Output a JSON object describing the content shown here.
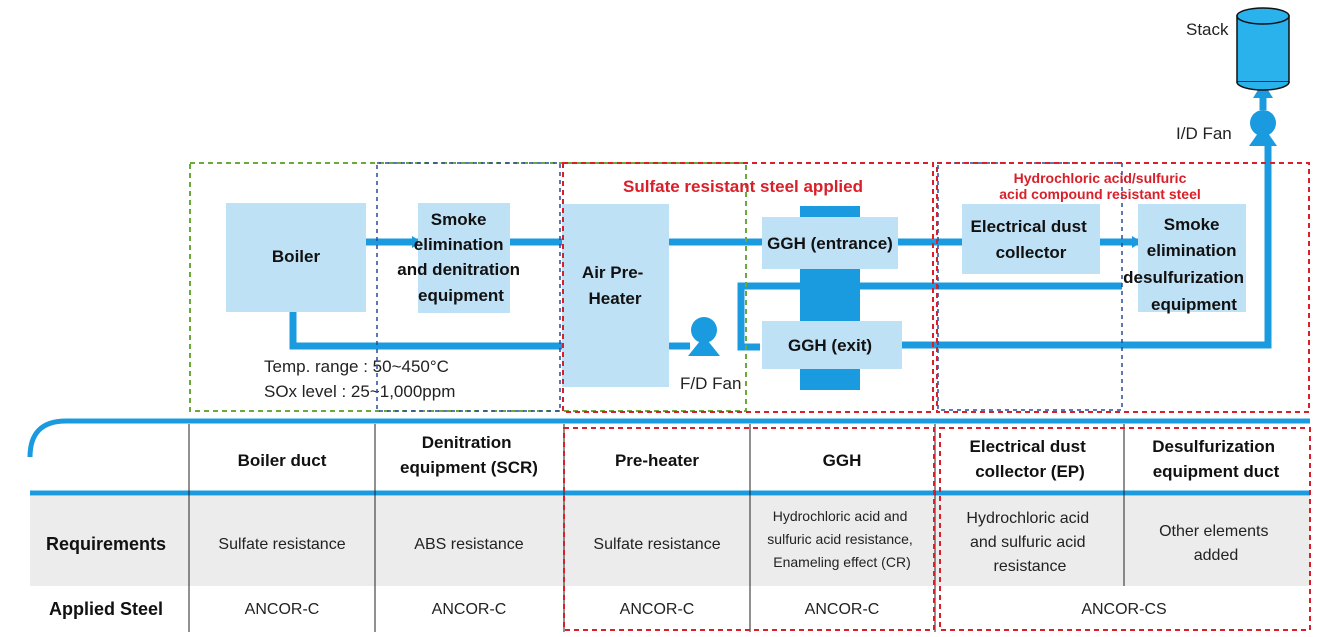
{
  "diagram": {
    "stack_label": "Stack",
    "idfan_label": "I/D Fan",
    "fdfan_label": "F/D Fan",
    "sulfate_title": "Sulfate resistant steel applied",
    "hcl_title_line1": "Hydrochloric acid/sulfuric",
    "hcl_title_line2": "acid compound resistant steel",
    "boxes": {
      "boiler": [
        "Boiler"
      ],
      "smoke_denitration": [
        "Smoke",
        "elimination",
        "and denitration",
        "equipment"
      ],
      "air_preheater": [
        "Air Pre-",
        "Heater"
      ],
      "ggh_entrance": [
        "GGH (entrance)"
      ],
      "ggh_exit": [
        "GGH (exit)"
      ],
      "electrical_dust": [
        "Electrical dust",
        "collector"
      ],
      "smoke_desulf": [
        "Smoke",
        "elimination",
        "desulfurization",
        "equipment"
      ]
    },
    "temp_range": "Temp. range : 50~450°C",
    "sox_level": "SOx level : 25~1,000ppm"
  },
  "table": {
    "columns": [
      [
        "Boiler duct"
      ],
      [
        "Denitration",
        "equipment (SCR)"
      ],
      [
        "Pre-heater"
      ],
      [
        "GGH"
      ],
      [
        "Electrical dust",
        "collector (EP)"
      ],
      [
        "Desulfurization",
        "equipment duct"
      ]
    ],
    "requirements_label": "Requirements",
    "requirements": [
      [
        "Sulfate resistance"
      ],
      [
        "ABS resistance"
      ],
      [
        "Sulfate resistance"
      ],
      [
        "Hydrochloric acid and",
        "sulfuric acid resistance,",
        "Enameling effect (CR)"
      ],
      [
        "Hydrochloric acid",
        "and sulfuric acid",
        "resistance"
      ],
      [
        "Other elements",
        "added"
      ]
    ],
    "applied_label": "Applied Steel",
    "applied": [
      "ANCOR-C",
      "ANCOR-C",
      "ANCOR-C",
      "ANCOR-C",
      "ANCOR-CS"
    ]
  },
  "colors": {
    "pipe": "#1a9be0",
    "box": "#bfe1f6",
    "green_dash": "#6aaa3a",
    "blue_dash": "#2a4a9a",
    "red_dash": "#d9202a",
    "table_bg": "#ececec"
  }
}
